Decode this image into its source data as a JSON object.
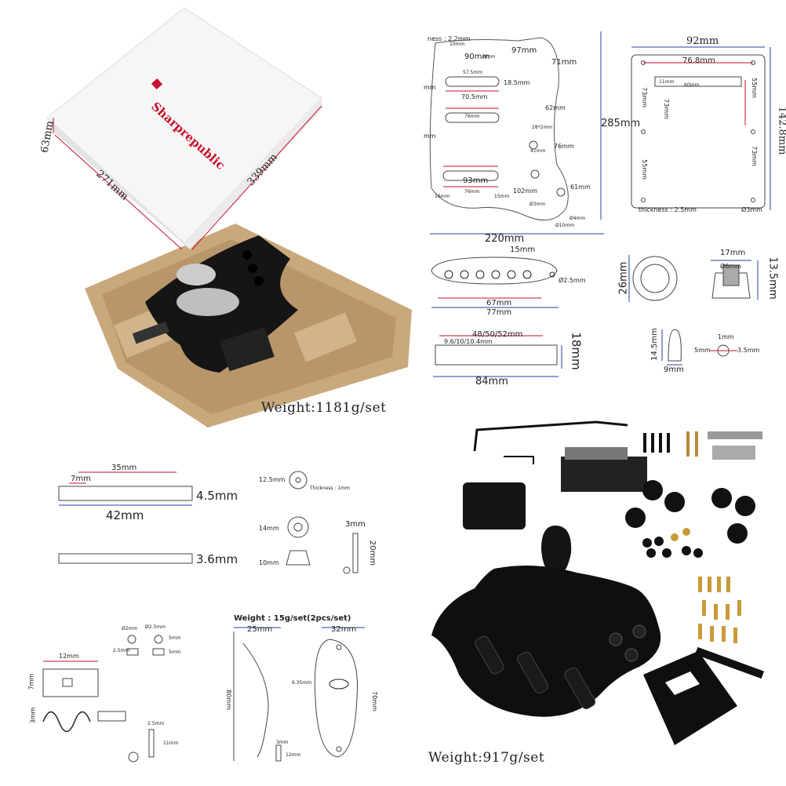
{
  "box_panel": {
    "brand": "Sharprepublic",
    "dim_height": "63mm",
    "dim_width": "271mm",
    "dim_length": "339mm",
    "weight_label": "Weight:",
    "weight_value": "1181g/set"
  },
  "pickguard_panel": {
    "thickness": "ness : 2.2mm",
    "d10": "10mm",
    "d8": "8mm",
    "d90": "90mm",
    "d97": "97mm",
    "d71": "71mm",
    "d575": "57.5mm",
    "d185": "18.5mm",
    "d705": "70.5mm",
    "d62": "62mm",
    "d76a": "76mm",
    "d28": "28*2mm",
    "d41": "41mm",
    "d76b": "76mm",
    "d93": "93mm",
    "d16": "16mm",
    "d76c": "76mm",
    "d15": "15mm",
    "d102": "102mm",
    "d61": "61mm",
    "phi3": "Ø3mm",
    "phi4": "Ø4mm",
    "phi10": "Ø10mm",
    "d285": "285mm",
    "d220": "220mm",
    "mm_left1": "mm",
    "mm_left2": "mm"
  },
  "backplate_panel": {
    "d92": "92mm",
    "d768": "76.8mm",
    "d1428": "142.8mm",
    "d11": "11mm",
    "d60": "60mm",
    "d55a": "55mm",
    "d73a": "73mm",
    "d73b": "73mm",
    "d55b": "55mm",
    "d73c": "73mm",
    "thickness": "thickness : 2.5mm",
    "phi3": "Ø3mm"
  },
  "pickup_panel": {
    "d15": "15mm",
    "phi25": "Ø2.5mm",
    "d67": "67mm",
    "d77": "77mm",
    "spacing": "48/50/52mm",
    "inner": "9.6/10/10.4mm",
    "d18": "18mm",
    "d84": "84mm"
  },
  "knob_panel": {
    "d26": "26mm",
    "d17": "17mm",
    "phi6": "Ø6mm",
    "d135": "13.5mm",
    "d145": "14.5mm",
    "d9": "9mm",
    "d1": "1mm",
    "d5": "5mm",
    "d35": "3.5mm"
  },
  "nut_panel": {
    "d35": "35mm",
    "d7": "7mm",
    "d45": "4.5mm",
    "d42": "42mm",
    "d36": "3.6mm"
  },
  "washer_panel": {
    "d125": "12.5mm",
    "thickness": "Thickness : 1mm",
    "d14": "14mm",
    "d10": "10mm",
    "d3": "3mm",
    "d20": "20mm"
  },
  "spring_panel": {
    "d2": "Ø2mm",
    "d25a": "Ø2.5mm",
    "d25b": "2.5mm",
    "d5a": "5mm",
    "d5b": "5mm",
    "d12": "12mm",
    "d7": "7mm",
    "d3": "3mm",
    "d25c": "2.5mm",
    "d11": "11mm"
  },
  "jack_panel": {
    "weight": "Weight : 15g/set(2pcs/set)",
    "d25": "25mm",
    "d32": "32mm",
    "d80": "80mm",
    "d635": "6.35mm",
    "d70": "70mm",
    "d3": "3mm",
    "d12": "12mm"
  },
  "kit_panel": {
    "weight_label": "Weight:",
    "weight_value": "917g/set"
  },
  "colors": {
    "dim_red": "#c8102e",
    "dim_blue": "#1f3fa8",
    "pulp": "#c9a97c",
    "black_part": "#151515"
  }
}
